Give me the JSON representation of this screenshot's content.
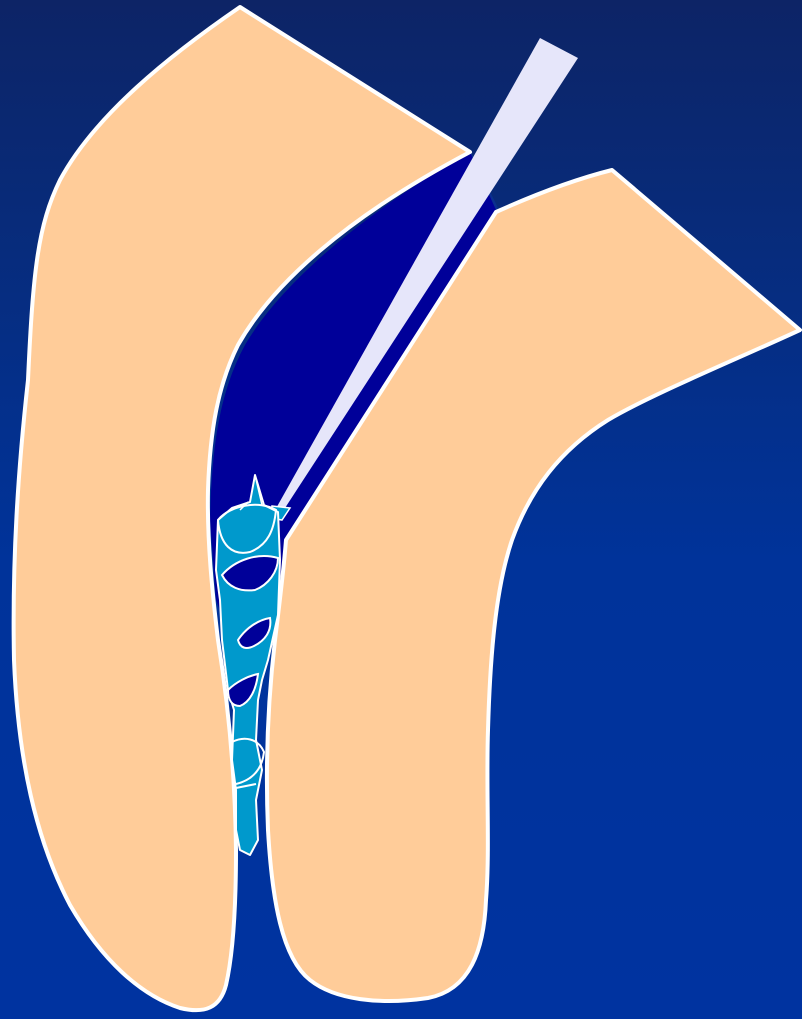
{
  "colors": {
    "background_top": "#0d2466",
    "background_bottom": "#0033a0",
    "tissue": "#ffcc99",
    "tissue_outline": "#ffffff",
    "cavity": "#000099",
    "cavity_shadow": "#0a2f8f",
    "instrument": "#e6e6fa",
    "structure": "#0099cc",
    "structure_outline": "#ffffff"
  },
  "shapes": {
    "left_body": "tissue",
    "right_body": "tissue",
    "channel": "cavity",
    "probe": "instrument",
    "tube": "structure"
  }
}
